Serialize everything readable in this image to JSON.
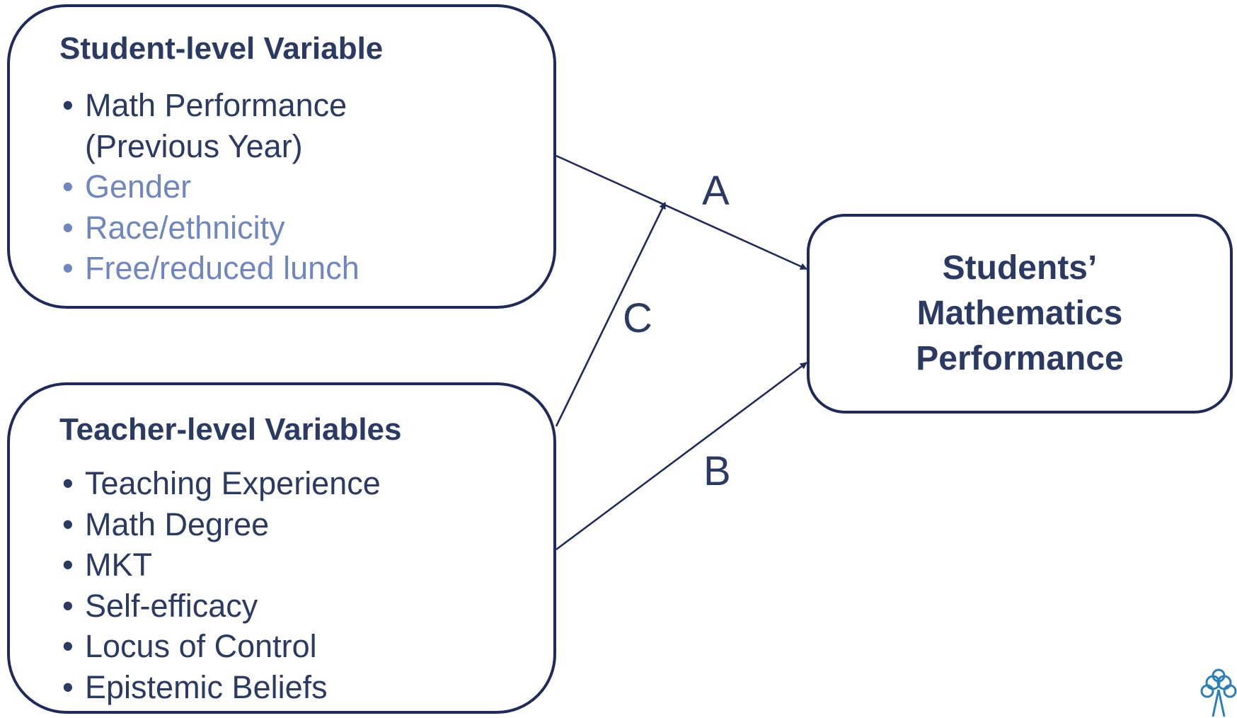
{
  "student_box": {
    "title": "Student-level Variable",
    "items": [
      {
        "text": "Math Performance",
        "bullet": "•"
      },
      {
        "text": "(Previous Year)",
        "bullet": ""
      },
      {
        "text": "Gender",
        "bullet": "•"
      },
      {
        "text": "Race/ethnicity",
        "bullet": "•"
      },
      {
        "text": "Free/reduced lunch",
        "bullet": "•"
      }
    ]
  },
  "teacher_box": {
    "title": "Teacher-level Variables",
    "items": [
      {
        "text": "Teaching Experience",
        "bullet": "•"
      },
      {
        "text": "Math Degree",
        "bullet": "•"
      },
      {
        "text": "MKT",
        "bullet": "•"
      },
      {
        "text": "Self-efficacy",
        "bullet": "•"
      },
      {
        "text": "Locus of Control",
        "bullet": "•"
      },
      {
        "text": "Epistemic Beliefs",
        "bullet": "•"
      }
    ]
  },
  "outcome_box": {
    "title": "Students’\nMathematics\nPerformance"
  },
  "paths": {
    "a": "A",
    "b": "B",
    "c": "C"
  },
  "colors": {
    "border": "#1f2a5c",
    "text": "#2b3a63",
    "muted_text": "#6f86c0",
    "arrow": "#1f2a5c",
    "logo": "#2a7fb8"
  },
  "icons": {
    "logo": "university-seal-icon"
  }
}
